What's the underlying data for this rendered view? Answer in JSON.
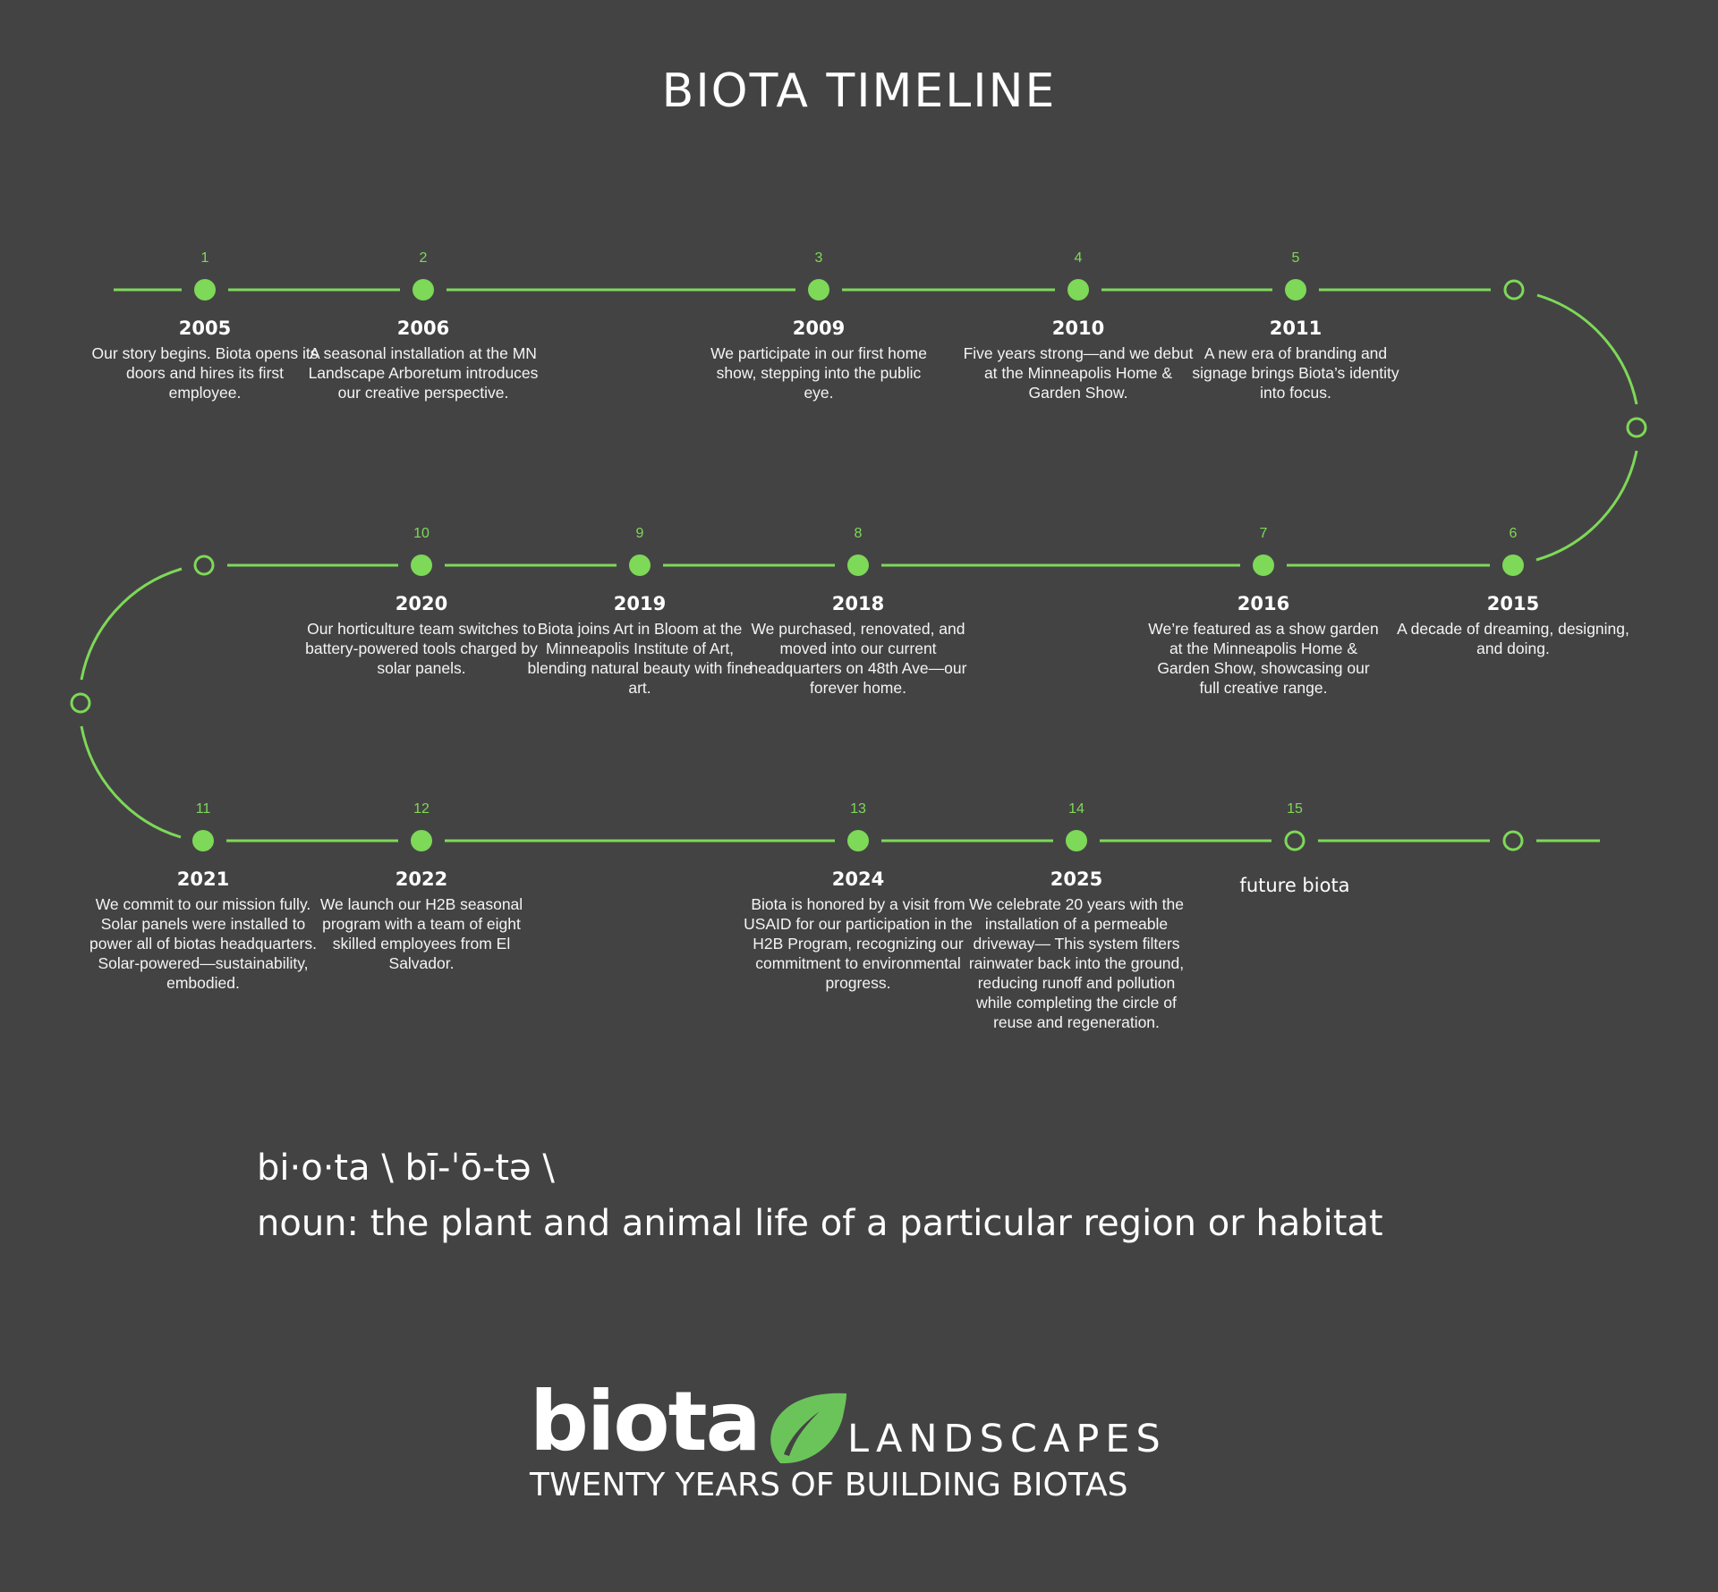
{
  "title": "BIOTA TIMELINE",
  "colors": {
    "background": "#444344",
    "accent": "#7dd957",
    "leaf": "#6bc45a",
    "text": "#ffffff"
  },
  "events": [
    {
      "num": "1",
      "year": "2005",
      "desc": "Our story begins. Biota opens its doors and hires its first employee."
    },
    {
      "num": "2",
      "year": "2006",
      "desc": "A seasonal installation at the MN Landscape Arboretum introduces our creative perspective."
    },
    {
      "num": "3",
      "year": "2009",
      "desc": "We participate in our first home show, stepping into the public eye."
    },
    {
      "num": "4",
      "year": "2010",
      "desc": "Five years strong—and we debut at the Minneapolis Home & Garden Show."
    },
    {
      "num": "5",
      "year": "2011",
      "desc": "A new era of branding and signage brings Biota’s identity into focus."
    },
    {
      "num": "6",
      "year": "2015",
      "desc": "A decade of dreaming, designing, and doing."
    },
    {
      "num": "7",
      "year": "2016",
      "desc": "We’re featured as a show garden at the Minneapolis Home & Garden Show, showcasing our full creative range."
    },
    {
      "num": "8",
      "year": "2018",
      "desc": "We purchased, renovated, and moved into our current headquarters on 48th Ave—our forever home."
    },
    {
      "num": "9",
      "year": "2019",
      "desc": "Biota joins Art in Bloom at the Minneapolis Institute of Art, blending natural beauty with fine art."
    },
    {
      "num": "10",
      "year": "2020",
      "desc": "Our horticulture team switches to battery-powered tools charged by solar panels."
    },
    {
      "num": "11",
      "year": "2021",
      "desc": "We commit to our mission fully. Solar panels were installed to power all of biotas headquarters. Solar-powered—sustainability, embodied."
    },
    {
      "num": "12",
      "year": "2022",
      "desc": "We launch our H2B seasonal program with a team of eight skilled employees from El Salvador."
    },
    {
      "num": "13",
      "year": "2024",
      "desc": "Biota is honored by a visit from USAID for our participation in the H2B Program, recognizing our commitment to environmental progress."
    },
    {
      "num": "14",
      "year": "2025",
      "desc": "We celebrate 20 years with the installation of a permeable driveway— This system filters rainwater back into the ground, reducing runoff and pollution while completing the circle of reuse and regeneration."
    },
    {
      "num": "15",
      "label": "future biota"
    }
  ],
  "definition": {
    "word": "bi·o·ta \\ bī-ˈō-tə \\",
    "meaning": "noun: the plant and animal life of a particular region or habitat"
  },
  "logo": {
    "word": "biota",
    "landscapes": "LANDSCAPES",
    "tagline": "TWENTY YEARS OF BUILDING BIOTAS",
    "leaf_icon": "leaf-icon"
  }
}
